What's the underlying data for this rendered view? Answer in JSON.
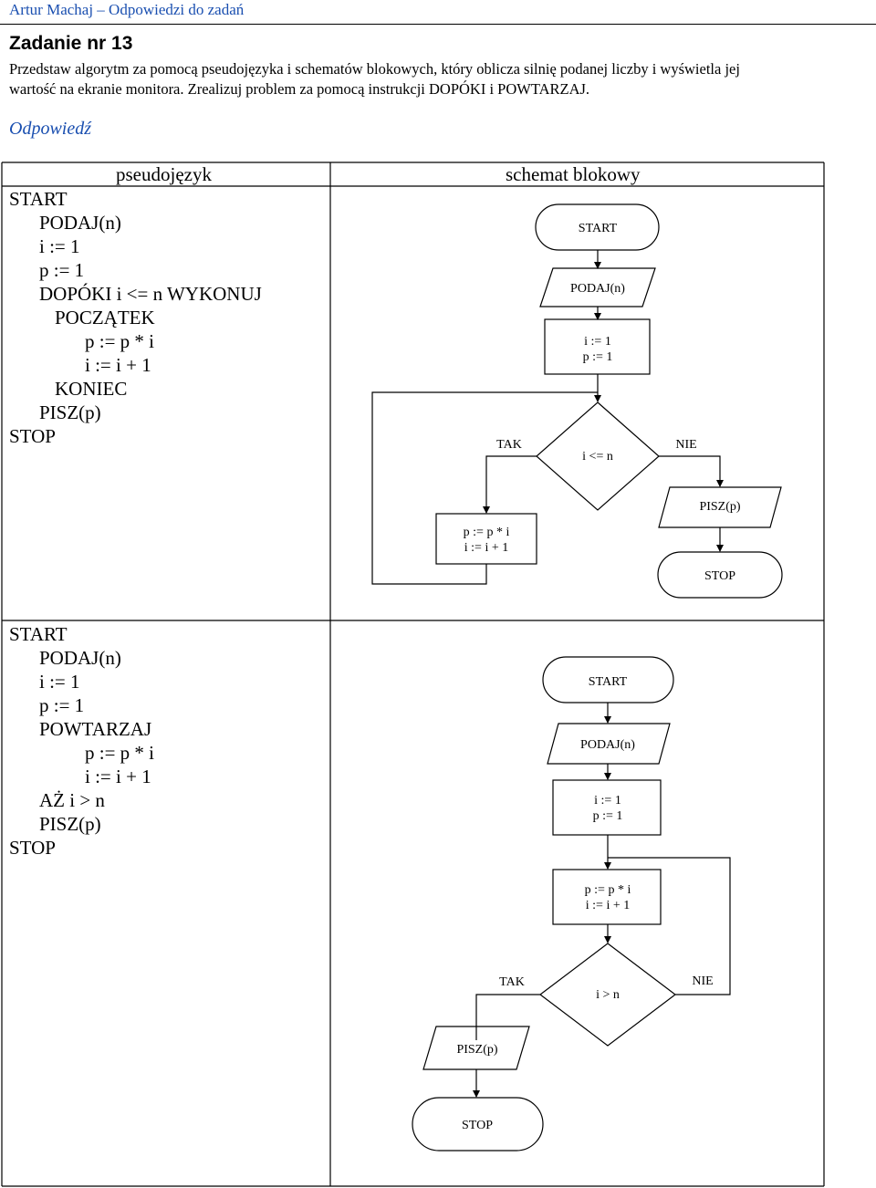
{
  "header": {
    "title": "Artur Machaj – Odpowiedzi do zadań"
  },
  "task": {
    "title": "Zadanie nr 13",
    "line1": "Przedstaw algorytm za pomocą pseudojęzyka i schematów blokowych, który oblicza silnię podanej liczby i wyświetla jej",
    "line2": "wartość na ekranie monitora. Zrealizuj problem za pomocą instrukcji DOPÓKI i POWTARZAJ."
  },
  "answer_label": "Odpowiedź",
  "table": {
    "col1_header": "pseudojęzyk",
    "col2_header": "schemat blokowy"
  },
  "pseudo_while": [
    "START",
    "PODAJ(n)",
    "i := 1",
    "p := 1",
    "DOPÓKI i <= n WYKONUJ",
    "POCZĄTEK",
    "p := p * i",
    "i := i + 1",
    "KONIEC",
    "PISZ(p)",
    "STOP"
  ],
  "pseudo_repeat": [
    "START",
    "PODAJ(n)",
    "i := 1",
    "p := 1",
    "POWTARZAJ",
    "p := p * i",
    "i := i + 1",
    "AŻ i > n",
    "PISZ(p)",
    "STOP"
  ],
  "flow_while": {
    "start": "START",
    "input": "PODAJ(n)",
    "init1": "i := 1",
    "init2": "p := 1",
    "condition": "i <= n",
    "yes": "TAK",
    "no": "NIE",
    "body1": "p := p * i",
    "body2": "i := i + 1",
    "output": "PISZ(p)",
    "stop": "STOP"
  },
  "flow_repeat": {
    "start": "START",
    "input": "PODAJ(n)",
    "init1": "i := 1",
    "init2": "p := 1",
    "body1": "p := p * i",
    "body2": "i := i + 1",
    "condition": "i > n",
    "yes": "TAK",
    "no": "NIE",
    "output": "PISZ(p)",
    "stop": "STOP"
  }
}
